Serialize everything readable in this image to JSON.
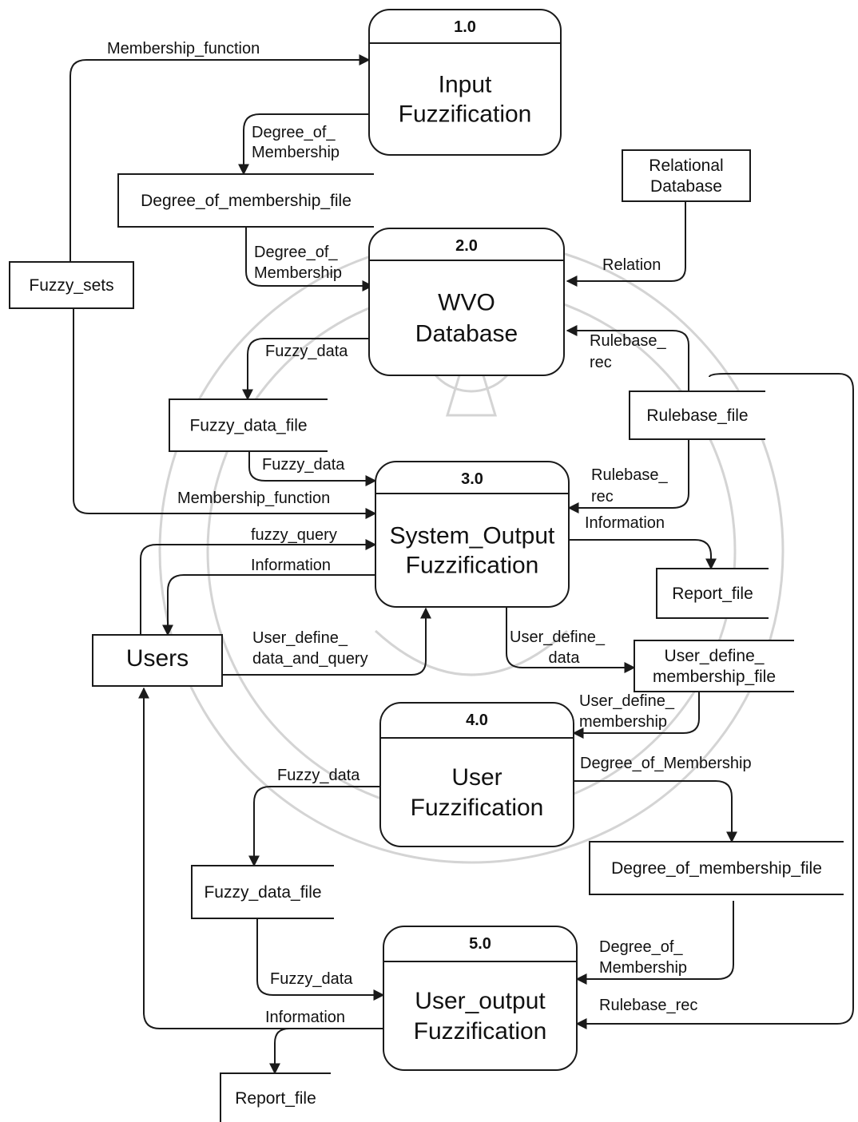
{
  "processes": [
    {
      "number": "1.0",
      "name": [
        "Input",
        "Fuzzification"
      ]
    },
    {
      "number": "2.0",
      "name": [
        "WVO",
        "Database"
      ]
    },
    {
      "number": "3.0",
      "name": [
        "System_Output",
        "Fuzzification"
      ]
    },
    {
      "number": "4.0",
      "name": [
        "User",
        "Fuzzification"
      ]
    },
    {
      "number": "5.0",
      "name": [
        "User_output",
        "Fuzzification"
      ]
    }
  ],
  "externals": [
    {
      "name": [
        "Fuzzy_sets"
      ]
    },
    {
      "name": [
        "Relational",
        "Database"
      ]
    },
    {
      "name": [
        "Users"
      ]
    }
  ],
  "stores": [
    {
      "name": [
        "Degree_of_membership_file"
      ]
    },
    {
      "name": [
        "Fuzzy_data_file"
      ]
    },
    {
      "name": [
        "Rulebase_file"
      ]
    },
    {
      "name": [
        "Report_file"
      ]
    },
    {
      "name": [
        "User_define_",
        "membership_file"
      ]
    },
    {
      "name": [
        "Fuzzy_data_file"
      ]
    },
    {
      "name": [
        "Degree_of_membership_file"
      ]
    },
    {
      "name": [
        "Report_file"
      ]
    }
  ],
  "flows": [
    {
      "label": [
        "Membership_function"
      ]
    },
    {
      "label": [
        "Degree_of_",
        "Membership"
      ]
    },
    {
      "label": [
        "Degree_of_",
        "Membership"
      ]
    },
    {
      "label": [
        "Relation"
      ]
    },
    {
      "label": [
        "Fuzzy_data"
      ]
    },
    {
      "label": [
        "Rulebase_",
        "rec"
      ]
    },
    {
      "label": [
        "Fuzzy_data"
      ]
    },
    {
      "label": [
        "Membership_function"
      ]
    },
    {
      "label": [
        "Rulebase_",
        "rec"
      ]
    },
    {
      "label": [
        "Information"
      ]
    },
    {
      "label": [
        "fuzzy_query"
      ]
    },
    {
      "label": [
        "Information"
      ]
    },
    {
      "label": [
        "User_define_",
        "data_and_query"
      ]
    },
    {
      "label": [
        "User_define_",
        "data"
      ]
    },
    {
      "label": [
        "User_define_",
        "membership"
      ]
    },
    {
      "label": [
        "Fuzzy_data"
      ]
    },
    {
      "label": [
        "Degree_of_Membership"
      ]
    },
    {
      "label": [
        "Fuzzy_data"
      ]
    },
    {
      "label": [
        "Degree_of_",
        "Membership"
      ]
    },
    {
      "label": [
        "Rulebase_rec"
      ]
    },
    {
      "label": [
        "Information"
      ]
    }
  ]
}
